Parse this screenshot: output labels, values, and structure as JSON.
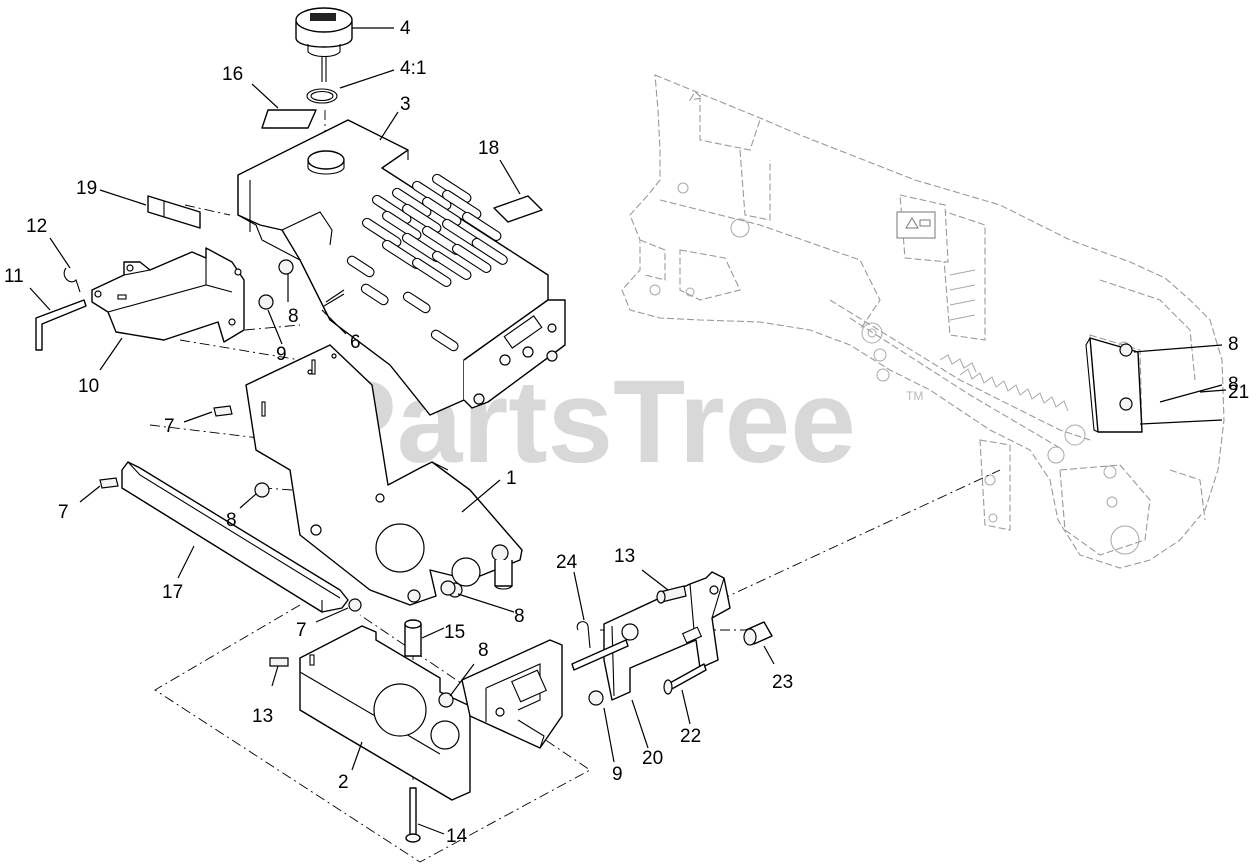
{
  "watermark": {
    "text": "PartsTree",
    "trademark": "TM"
  },
  "callouts": {
    "c1": "1",
    "c2": "2",
    "c3": "3",
    "c4": "4",
    "c4_1": "4:1",
    "c6": "6",
    "c7a": "7",
    "c7b": "7",
    "c7c": "7",
    "c8a": "8",
    "c8b": "8",
    "c8c": "8",
    "c8d": "8",
    "c8e": "8",
    "c8f": "8",
    "c9a": "9",
    "c9b": "9",
    "c10": "10",
    "c11": "11",
    "c12": "12",
    "c13a": "13",
    "c13b": "13",
    "c14": "14",
    "c15": "15",
    "c16": "16",
    "c17": "17",
    "c18": "18",
    "c19": "19",
    "c20": "20",
    "c21": "21",
    "c22": "22",
    "c23": "23",
    "c24": "24"
  },
  "colors": {
    "line": "#000000",
    "ghost": "#9a9a9a",
    "watermark": "#b8b8b8"
  }
}
